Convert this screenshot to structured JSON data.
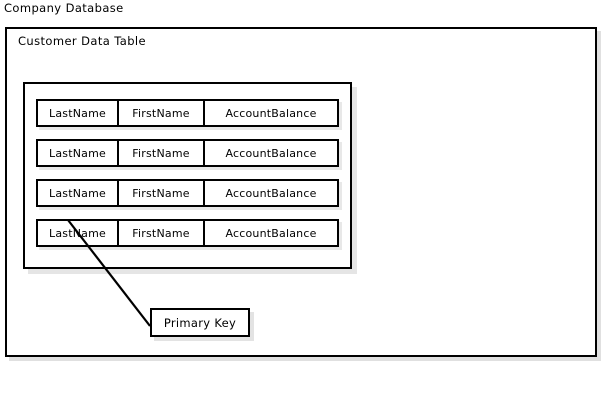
{
  "diagram": {
    "type": "database-schema-diagram",
    "title": "Company Database",
    "container": {
      "label": "Customer Data Table"
    },
    "table": {
      "columns": [
        "LastName",
        "FirstName",
        "AccountBalance"
      ],
      "rows": [
        {
          "cells": [
            "LastName",
            "FirstName",
            "AccountBalance"
          ]
        },
        {
          "cells": [
            "LastName",
            "FirstName",
            "AccountBalance"
          ]
        },
        {
          "cells": [
            "LastName",
            "FirstName",
            "AccountBalance"
          ]
        },
        {
          "cells": [
            "LastName",
            "FirstName",
            "AccountBalance"
          ]
        }
      ]
    },
    "annotation": {
      "label": "Primary Key",
      "points_to": "LastName cell of last row"
    },
    "colors": {
      "stroke": "#000000",
      "fill": "#ffffff",
      "shadow": "rgba(0,0,0,0.11)",
      "text": "#000000",
      "background": "#ffffff"
    }
  }
}
